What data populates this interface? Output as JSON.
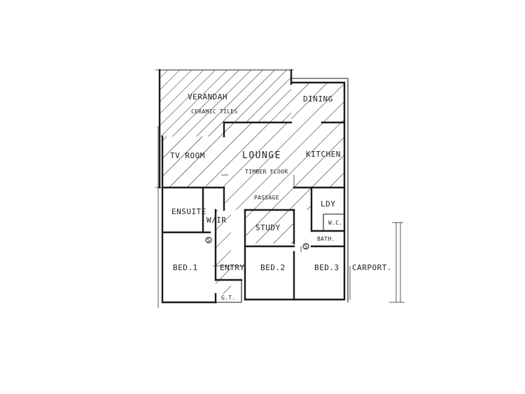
{
  "rooms": {
    "verandah": "VERANDAH",
    "ceramic_tiles": "CERAMIC TILES",
    "dining": "DINING",
    "tv_room": "TV ROOM",
    "lounge": "LOUNGE",
    "timber_floor": "TIMBER FLOOR",
    "kitchen": "KITCHEN",
    "passage": "PASSAGE",
    "ensuite": "ENSUITE",
    "wir": "W/IR",
    "study": "STUDY",
    "ldy": "LDY",
    "wc": "W.C.",
    "bath": "BATH.",
    "bed1": "BED.1",
    "entry": "ENTRY",
    "bed2": "BED.2",
    "bed3": "BED.3",
    "carport": "CARPORT.",
    "gt": "G.T."
  },
  "symbols": {
    "smoke_detector_1": "S",
    "smoke_detector_2": "S"
  },
  "colors": {
    "ink": "#1a1a1a",
    "paper": "#ffffff"
  }
}
